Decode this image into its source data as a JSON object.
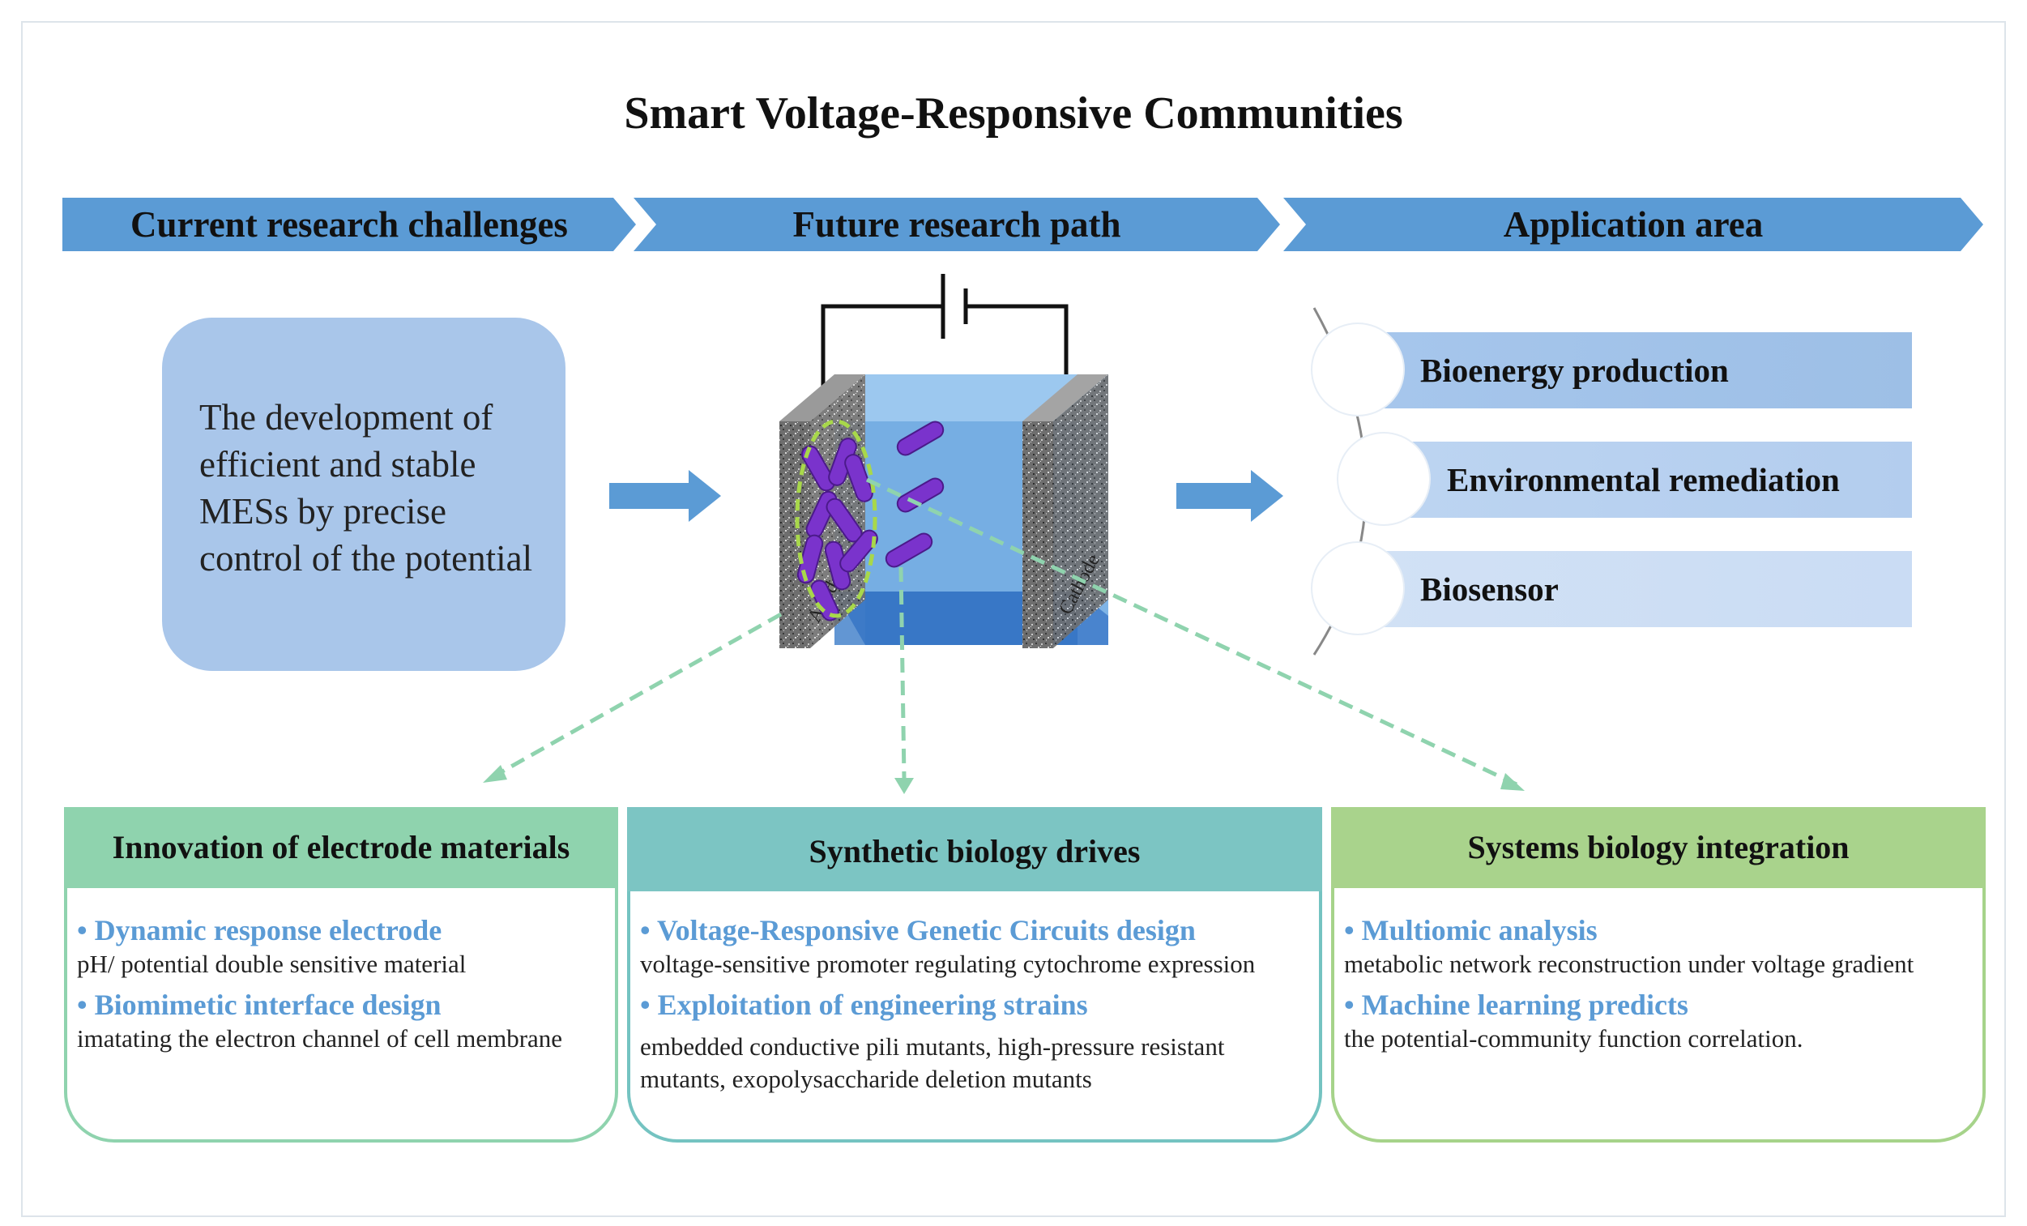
{
  "title": "Smart Voltage-Responsive Communities",
  "banners": {
    "challenges": "Current research challenges",
    "future": "Future research path",
    "application": "Application area"
  },
  "challenge_text": [
    "The development of",
    "efficient and stable",
    "MESs by precise",
    "control of the potential"
  ],
  "electrodes": {
    "anode": "Anode",
    "cathode": "Cathode"
  },
  "applications": [
    "Bioenergy production",
    "Environmental remediation",
    "Biosensor"
  ],
  "boxes": [
    {
      "title": "Innovation of electrode materials",
      "items": [
        {
          "heading": "• Dynamic response electrode",
          "text": "pH/ potential double sensitive material"
        },
        {
          "heading": "• Biomimetic interface design",
          "text": "imatating the electron channel of cell membrane"
        }
      ]
    },
    {
      "title": "Synthetic biology drives",
      "items": [
        {
          "heading": "• Voltage-Responsive Genetic Circuits design",
          "text": "voltage-sensitive promoter regulating cytochrome expression"
        },
        {
          "heading": "•  Exploitation  of engineering strains",
          "text": "embedded  conductive pili mutants, high-pressure resistant mutants, exopolysaccharide deletion mutants"
        }
      ]
    },
    {
      "title": "Systems biology integration",
      "items": [
        {
          "heading": "• Multiomic analysis",
          "text": "metabolic network reconstruction under voltage gradient"
        },
        {
          "heading": "• Machine learning predicts",
          "text": "the potential-community function correlation."
        }
      ]
    }
  ],
  "colors": {
    "banner": "#5b9bd5",
    "box1": "#8fd3ae",
    "box2": "#7cc5c3",
    "box3": "#a9d38c",
    "heading_blue": "#5b9bd5",
    "bacteria": "#7a33cc",
    "dashed_arrow": "#8fd3ae"
  }
}
